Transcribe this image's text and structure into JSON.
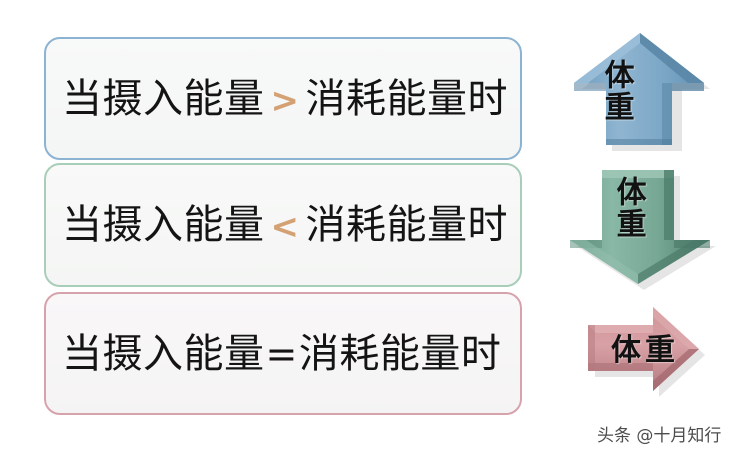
{
  "background_color": "#ffffff",
  "conditions": [
    {
      "id": "intake-greater",
      "prefix": "当摄入能量",
      "operator": ">",
      "suffix": "消耗能量时",
      "border_color": "#8cb3d1",
      "fill_color": "#f7f8f8",
      "operator_color": "#d3a173"
    },
    {
      "id": "intake-less",
      "prefix": "当摄入能量",
      "operator": "<",
      "suffix": "消耗能量时",
      "border_color": "#a8cdb8",
      "fill_color": "#f7f8f7",
      "operator_color": "#d3a173"
    },
    {
      "id": "intake-equal",
      "prefix": "当摄入能量",
      "operator": "=",
      "suffix": "消耗能量时",
      "border_color": "#d6a3ad",
      "fill_color": "#f8f7f7",
      "operator_color": "#141414"
    }
  ],
  "arrows": [
    {
      "id": "weight-up",
      "direction": "up",
      "label": "体重",
      "color": "#7fa9c8",
      "shade_color": "#5c88a9",
      "highlight_color": "#9ec1da"
    },
    {
      "id": "weight-down",
      "direction": "down",
      "label": "体重",
      "color": "#78a593",
      "shade_color": "#4f7e6c",
      "highlight_color": "#97bdad"
    },
    {
      "id": "weight-steady",
      "direction": "right",
      "label": "体重",
      "color": "#cd9094",
      "shade_color": "#a86a70",
      "highlight_color": "#dfabae"
    }
  ],
  "watermark": {
    "text": "头条 @十月知行"
  }
}
